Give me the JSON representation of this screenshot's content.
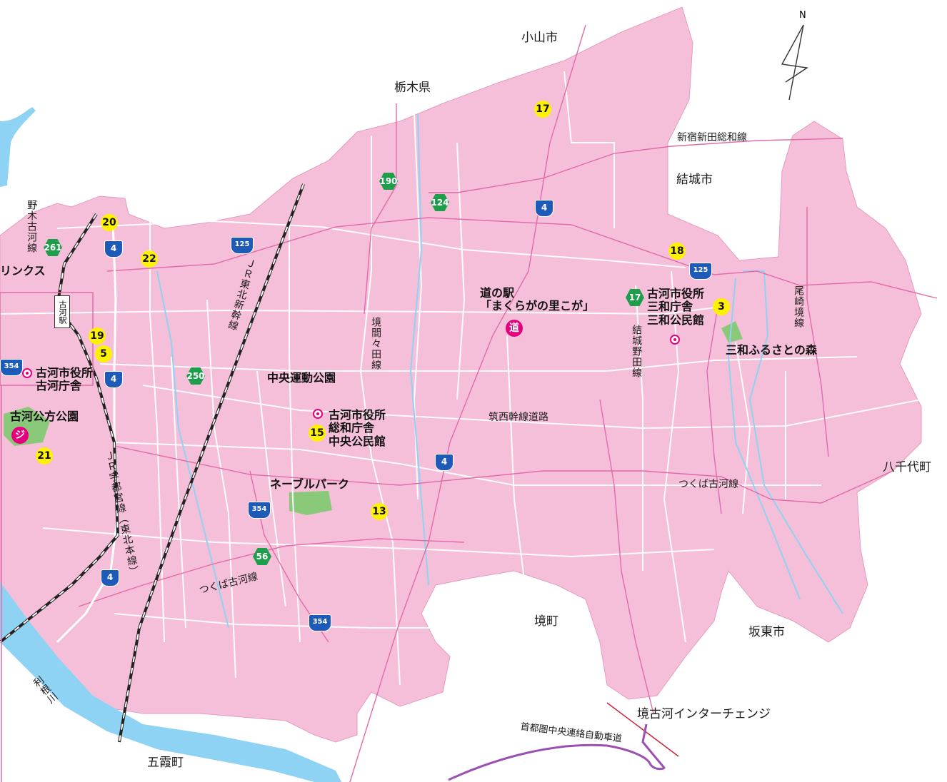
{
  "map": {
    "north_label": "N",
    "areas": {
      "oyama": "小山市",
      "tochigi": "栃木県",
      "yuki": "結城市",
      "yachiyo": "八千代町",
      "sakai": "境町",
      "bando": "坂東市",
      "goka": "五霞町"
    },
    "places": {
      "michinoeki": "道の駅\n「まくらがの里こが」",
      "sanwa_office": "古河市役所\n三和庁舎\n三和公民館",
      "sanwa_forest": "三和ふるさとの森",
      "central_park": "中央運動公園",
      "souwa_office": "古河市役所\n総和庁舎\n中央公民館",
      "koga_office": "古河市役所\n古河庁舎",
      "kubo_park": "古河公方公園",
      "neble_park": "ネーブルパーク",
      "links": "リンクス",
      "interchange": "境古河インターチェンジ"
    },
    "roads": {
      "shinjuku": "新宿新田総和線",
      "chikusei": "筑西幹線道路",
      "tsukuba1": "つくば古河線",
      "tsukuba2": "つくば古河線",
      "ken_o": "首都圏中央連絡自動車道",
      "nogi": "野木古河線",
      "jr_shinkansen": "ＪＲ東北新幹線",
      "jr_utsunomiya": "ＪＲ宇都宮線（東北本線）",
      "sakaimamada": "境間々田線",
      "yukinoda": "結城野田線",
      "ozakisakai": "尾崎境線",
      "tone": "利根川"
    },
    "station": "古河駅",
    "yellow_badges": [
      "17",
      "20",
      "22",
      "18",
      "3",
      "19",
      "5",
      "21",
      "15",
      "13"
    ],
    "green_badges": [
      "261",
      "190",
      "124",
      "17",
      "250",
      "56"
    ],
    "blue_shields": [
      "4",
      "4",
      "4",
      "4",
      "4",
      "125",
      "125",
      "354",
      "354",
      "354"
    ],
    "marker_michi": "道",
    "marker_ji": "ジ"
  }
}
